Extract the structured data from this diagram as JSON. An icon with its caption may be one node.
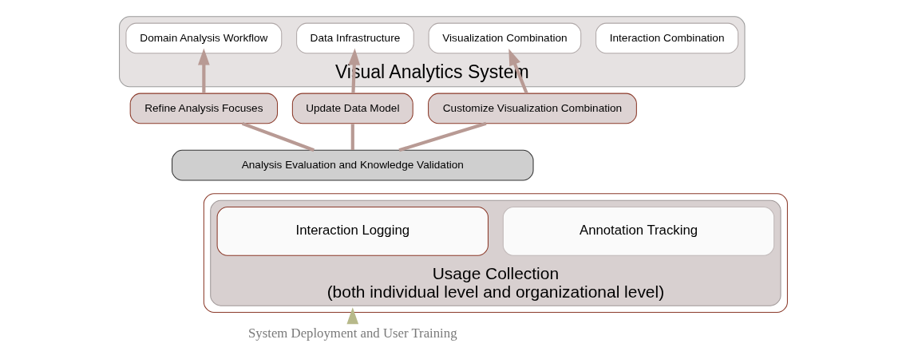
{
  "diagram": {
    "nodes": [
      {
        "text": [
          "Visual Analytics System"
        ]
      },
      {
        "text": [
          "Domain Analysis Workflow"
        ],
        "in": 0
      },
      {
        "text": [
          "Data Infrastructure"
        ],
        "in": 0
      },
      {
        "text": [
          "Visualization Combination"
        ],
        "in": 0
      },
      {
        "text": [
          "Interaction Combination"
        ],
        "in": 0
      },
      {
        "text": [
          "Refine Analysis Focuses"
        ]
      },
      {
        "text": [
          "Update Data Model"
        ]
      },
      {
        "text": [
          "Customize Visualization Combination"
        ]
      },
      {
        "text": [
          "Analysis Evaluation and Knowledge Validation"
        ]
      },
      {
        "text": [
          "System Deployment and User Training"
        ]
      },
      {
        "text": [],
        "shape": "box"
      },
      {
        "text": [
          "Usage Collection",
          "(both individual level and organizational level)"
        ],
        "in": 10
      },
      {
        "text": [
          "Interaction Logging"
        ],
        "in": 11
      },
      {
        "text": [
          "Annotation Tracking"
        ],
        "in": 11
      }
    ],
    "edges": [
      {
        "from": 8,
        "to": 5,
        "arrow": "none"
      },
      {
        "from": 5,
        "to": 1,
        "arrow": "to"
      },
      {
        "from": 8,
        "to": 6,
        "arrow": "none"
      },
      {
        "from": 6,
        "to": 2,
        "arrow": "to"
      },
      {
        "from": 8,
        "to": 7,
        "arrow": "none"
      },
      {
        "from": 7,
        "to": 3,
        "arrow": "to"
      },
      {
        "from": 9,
        "to": 10,
        "arrow": "to",
        "color": "#b7b98a"
      }
    ]
  }
}
